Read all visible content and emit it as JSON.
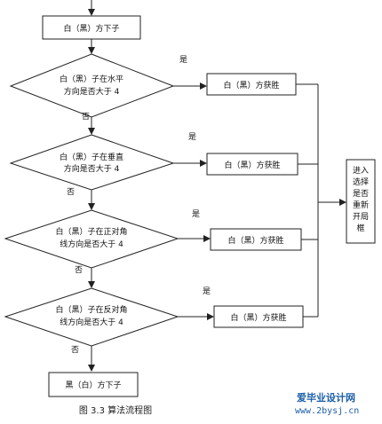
{
  "nodes": {
    "start": "白（黑）方下子",
    "d1": [
      "白（黑）子在水平",
      "方向是否大于 4"
    ],
    "d2": [
      "白（黑）子在垂直",
      "方向是否大于 4"
    ],
    "d3": [
      "白（黑）子在正对角",
      "线方向是否大于 4"
    ],
    "d4": [
      "白（黑）子在反对角",
      "线方向是否大于 4"
    ],
    "win1": "白（黑）方获胜",
    "win2": "白（黑）方获胜",
    "win3": "白（黑）方获胜",
    "win4": "白（黑）方获胜",
    "end": "黑（白）方下子",
    "restart": [
      "进入",
      "选择",
      "是否",
      "重新",
      "开局",
      "框"
    ]
  },
  "labels": {
    "yes": "是",
    "no": "否"
  },
  "caption": "图 3.3 算法流程图",
  "watermark": {
    "title": "爱毕业设计网",
    "url": "www.2bysj.cn"
  }
}
